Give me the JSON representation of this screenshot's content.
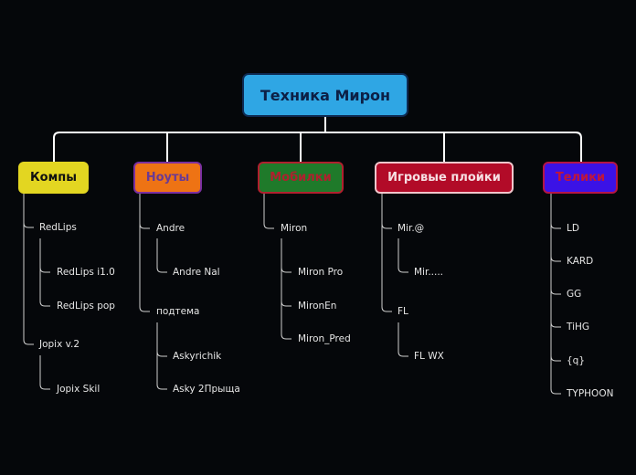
{
  "root": {
    "label": "Техника Мирон",
    "fill": "#2fa6e4",
    "border": "#0e2a52",
    "text_color": "#0c1f45"
  },
  "categories": [
    {
      "id": "kompy",
      "label": "Компы",
      "fill": "#e3d621",
      "border": "#e3d621",
      "text_color": "#111111"
    },
    {
      "id": "nouty",
      "label": "Ноуты",
      "fill": "#ee7314",
      "border": "#7b2fa0",
      "text_color": "#6a3a93"
    },
    {
      "id": "mobilki",
      "label": "Мобилки",
      "fill": "#1f7a2a",
      "border": "#b0202e",
      "text_color": "#b0202e"
    },
    {
      "id": "igrovye",
      "label": "Игровые плойки",
      "fill": "#b20b28",
      "border": "#f2c6cc",
      "text_color": "#f6dfe3"
    },
    {
      "id": "teliki",
      "label": "Телики",
      "fill": "#3b12e6",
      "border": "#b51546",
      "text_color": "#c0163a"
    }
  ],
  "topics": {
    "kompy": [
      {
        "label": "RedLips",
        "children": [
          "RedLips i1.0",
          "RedLips pop"
        ]
      },
      {
        "label": "Jopix v.2",
        "children": [
          "Jopix Skil"
        ]
      }
    ],
    "nouty": [
      {
        "label": "Andre",
        "children": [
          "Andre Nal"
        ]
      },
      {
        "label": "подтема",
        "children": [
          "Askyrichik",
          "Asky 2Прыща"
        ]
      }
    ],
    "mobilki": [
      {
        "label": "Miron",
        "children": [
          "Miron Pro",
          "MironEn",
          "Miron_Pred"
        ]
      }
    ],
    "igrovye": [
      {
        "label": "Mir.@",
        "children": [
          "Mir....."
        ]
      },
      {
        "label": "FL",
        "children": [
          "FL WX"
        ]
      }
    ],
    "teliki": [
      {
        "label": "LD",
        "children": []
      },
      {
        "label": "KARD",
        "children": []
      },
      {
        "label": "GG",
        "children": []
      },
      {
        "label": "TiHG",
        "children": []
      },
      {
        "label": "{q}",
        "children": []
      },
      {
        "label": "TYPHOON",
        "children": []
      }
    ]
  },
  "connector_color": "#ffffff",
  "branch_color": "#cfcfcf"
}
